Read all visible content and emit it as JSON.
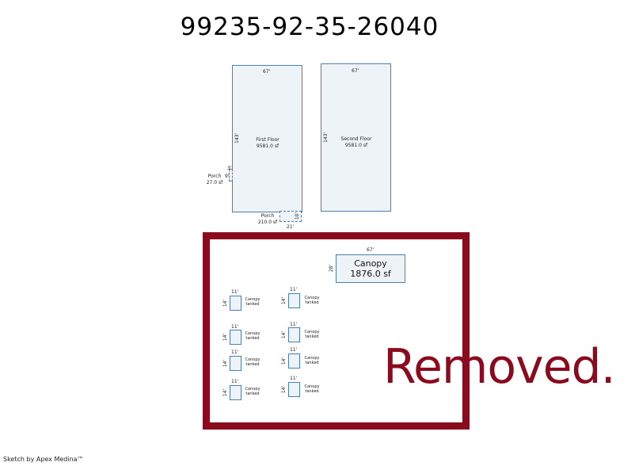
{
  "title": "99235-92-35-26040",
  "first_floor": {
    "label": "First Floor",
    "area": "9581.0 sf",
    "width_dim": "67'",
    "height_dim": "143'"
  },
  "second_floor": {
    "label": "Second Floor",
    "area": "9581.0 sf",
    "width_dim": "67'",
    "height_dim": "143'"
  },
  "porch_left": {
    "label": "Porch",
    "area": "27.0 sf",
    "dim_w": "3'",
    "dim_h": "9'"
  },
  "porch_bottom": {
    "label": "Porch",
    "area": "210.0 sf",
    "dim_w": "21'",
    "dim_h": "10'"
  },
  "canopy_main": {
    "label": "Canopy",
    "area": "1876.0 sf",
    "width_dim": "67'",
    "height_dim": "28'"
  },
  "small_canopy": {
    "label": "Canopy",
    "area": "tanked",
    "width_dim": "11'",
    "height_dim": "14'"
  },
  "removed": {
    "text": "Removed.",
    "color": "#8a0a1e"
  },
  "footer": "Sketch by Apex Medina™"
}
